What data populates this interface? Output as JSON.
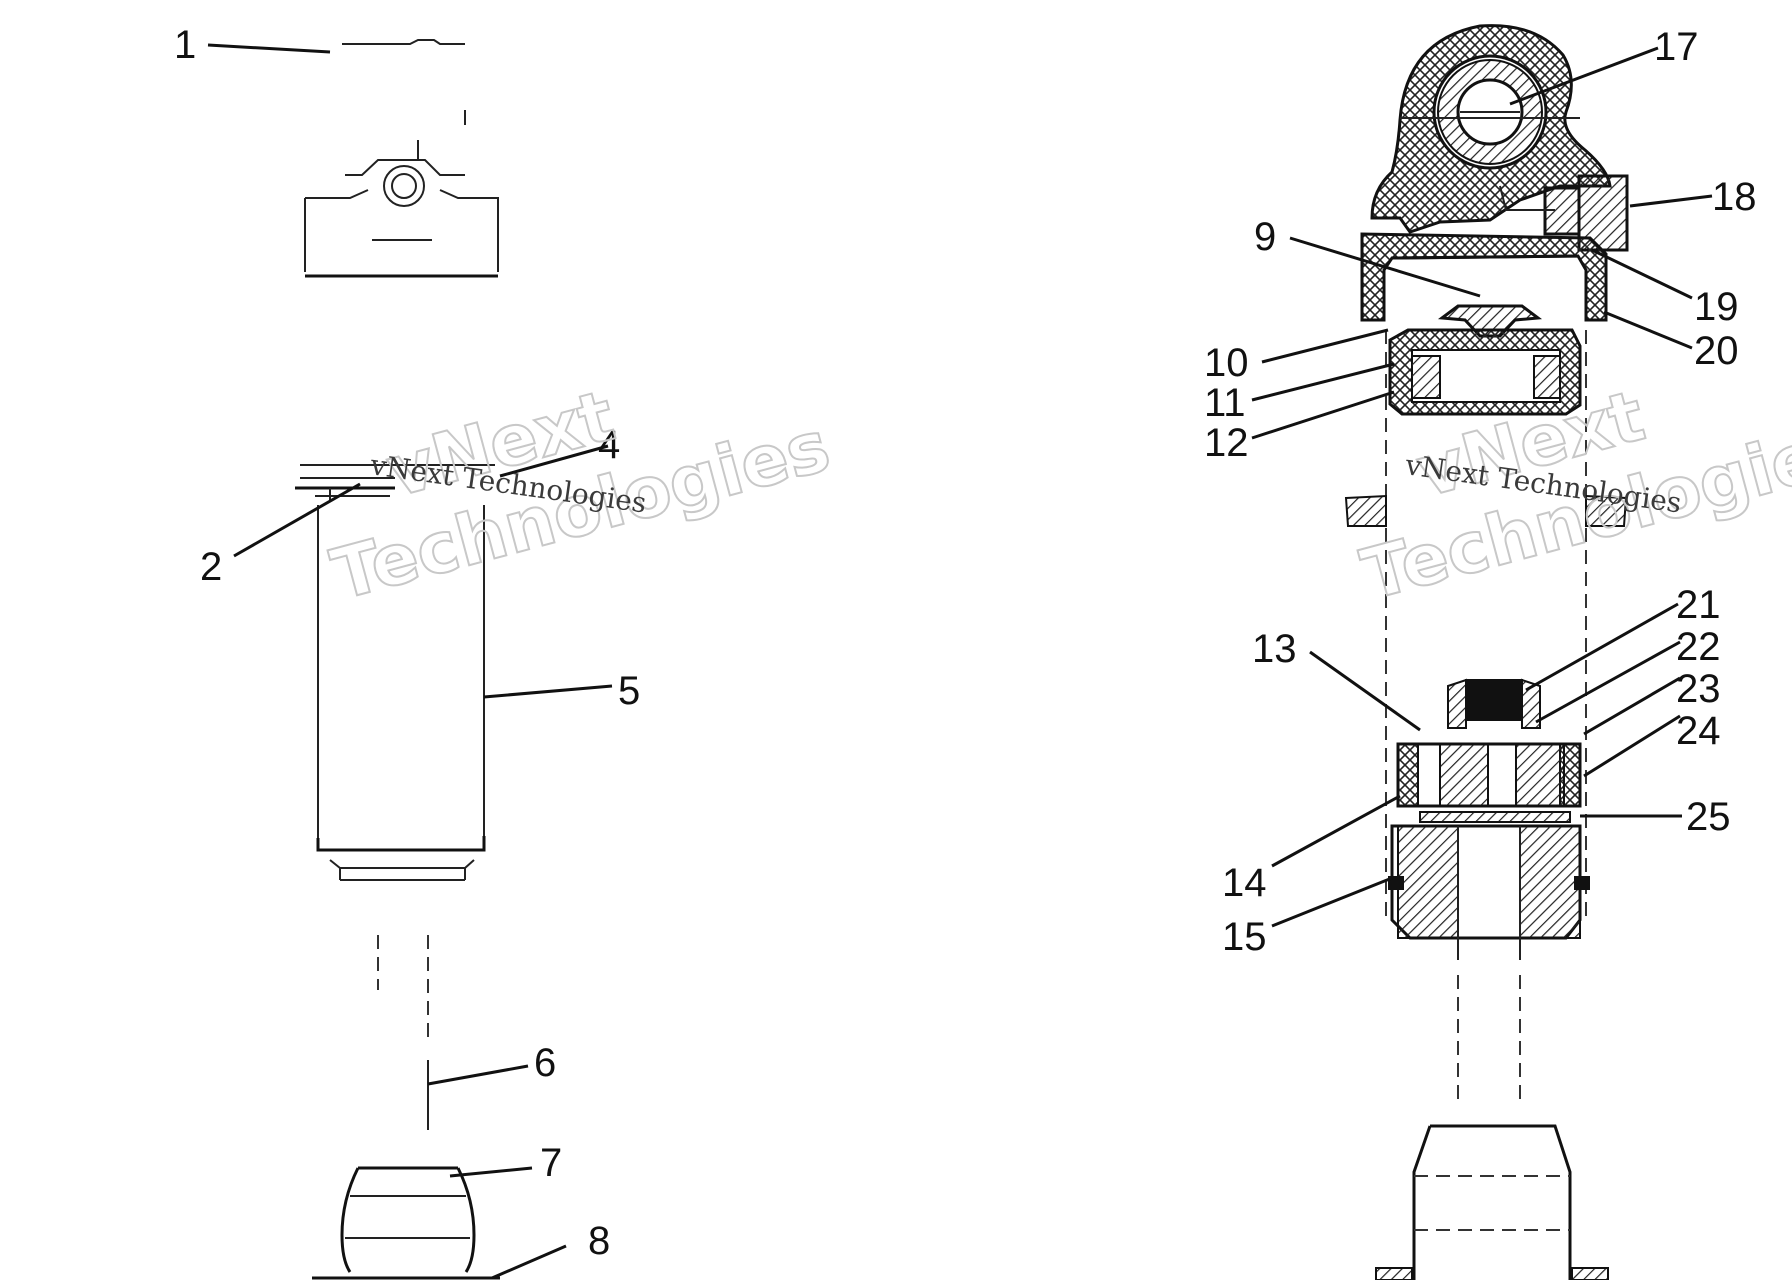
{
  "diagram": {
    "left_assembly": {
      "callouts": [
        {
          "id": "callout-1",
          "text": "1"
        },
        {
          "id": "callout-2",
          "text": "2"
        },
        {
          "id": "callout-4",
          "text": "4"
        },
        {
          "id": "callout-5",
          "text": "5"
        },
        {
          "id": "callout-6",
          "text": "6"
        },
        {
          "id": "callout-7",
          "text": "7"
        },
        {
          "id": "callout-8",
          "text": "8"
        }
      ]
    },
    "right_assembly": {
      "callouts": [
        {
          "id": "callout-9",
          "text": "9"
        },
        {
          "id": "callout-10",
          "text": "10"
        },
        {
          "id": "callout-11",
          "text": "11"
        },
        {
          "id": "callout-12",
          "text": "12"
        },
        {
          "id": "callout-13",
          "text": "13"
        },
        {
          "id": "callout-14",
          "text": "14"
        },
        {
          "id": "callout-15",
          "text": "15"
        },
        {
          "id": "callout-17",
          "text": "17"
        },
        {
          "id": "callout-18",
          "text": "18"
        },
        {
          "id": "callout-19",
          "text": "19"
        },
        {
          "id": "callout-20",
          "text": "20"
        },
        {
          "id": "callout-21",
          "text": "21"
        },
        {
          "id": "callout-22",
          "text": "22"
        },
        {
          "id": "callout-23",
          "text": "23"
        },
        {
          "id": "callout-24",
          "text": "24"
        },
        {
          "id": "callout-25",
          "text": "25"
        }
      ]
    },
    "watermarks": [
      {
        "large_line1": "vNext",
        "large_line2": "Technologies",
        "small": "vNext Technologies"
      },
      {
        "large_line1": "vNext",
        "large_line2": "Technologies",
        "small": "vNext Technologies"
      }
    ],
    "colors": {
      "ink": "#111111",
      "hatch": "#333333",
      "watermark": "#c8c8c8",
      "background": "#ffffff"
    }
  }
}
